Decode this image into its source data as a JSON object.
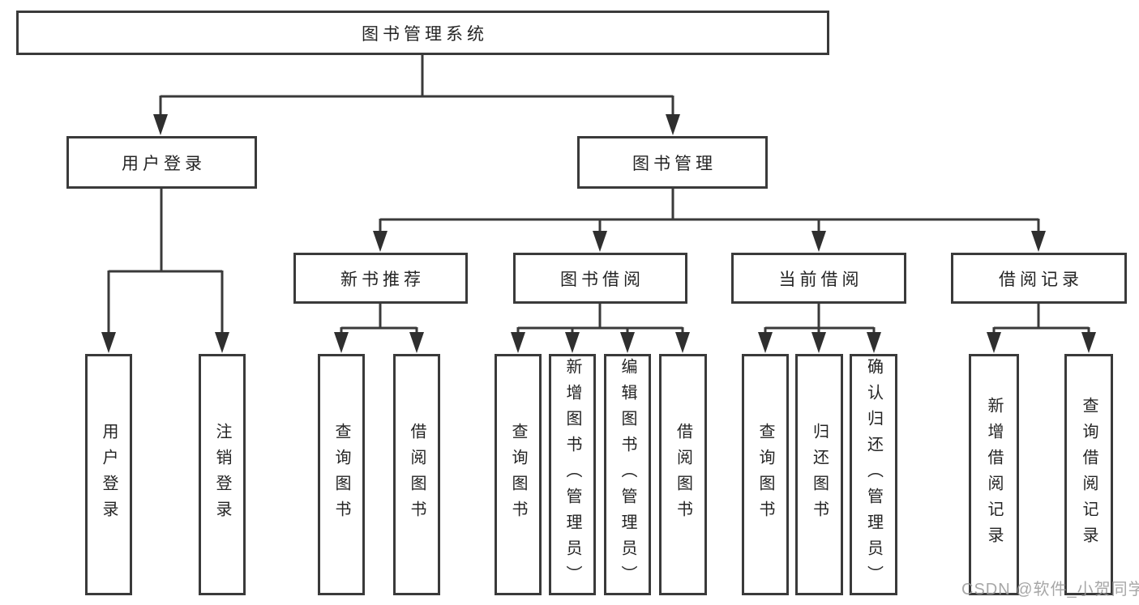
{
  "tree": {
    "root": {
      "label": "图书管理系统"
    },
    "branches": [
      {
        "label": "用户登录",
        "children": [
          {
            "label": "用户登录"
          },
          {
            "label": "注销登录"
          }
        ]
      },
      {
        "label": "图书管理",
        "children": [
          {
            "label": "新书推荐",
            "children": [
              {
                "label": "查询图书"
              },
              {
                "label": "借阅图书"
              }
            ]
          },
          {
            "label": "图书借阅",
            "children": [
              {
                "label": "查询图书"
              },
              {
                "label": "新增图书（管理员）"
              },
              {
                "label": "编辑图书（管理员）"
              },
              {
                "label": "借阅图书"
              }
            ]
          },
          {
            "label": "当前借阅",
            "children": [
              {
                "label": "查询图书"
              },
              {
                "label": "归还图书"
              },
              {
                "label": "确认归还（管理员）"
              }
            ]
          },
          {
            "label": "借阅记录",
            "children": [
              {
                "label": "新增借阅记录"
              },
              {
                "label": "查询借阅记录"
              }
            ]
          }
        ]
      }
    ]
  },
  "watermark": {
    "text": "CSDN @软件_小贺同学"
  },
  "colors": {
    "line": "#3a3a3a",
    "arrow": "#2f2f2f",
    "text": "#242424",
    "watermark": "#9b9b9b",
    "background": "#ffffff"
  }
}
